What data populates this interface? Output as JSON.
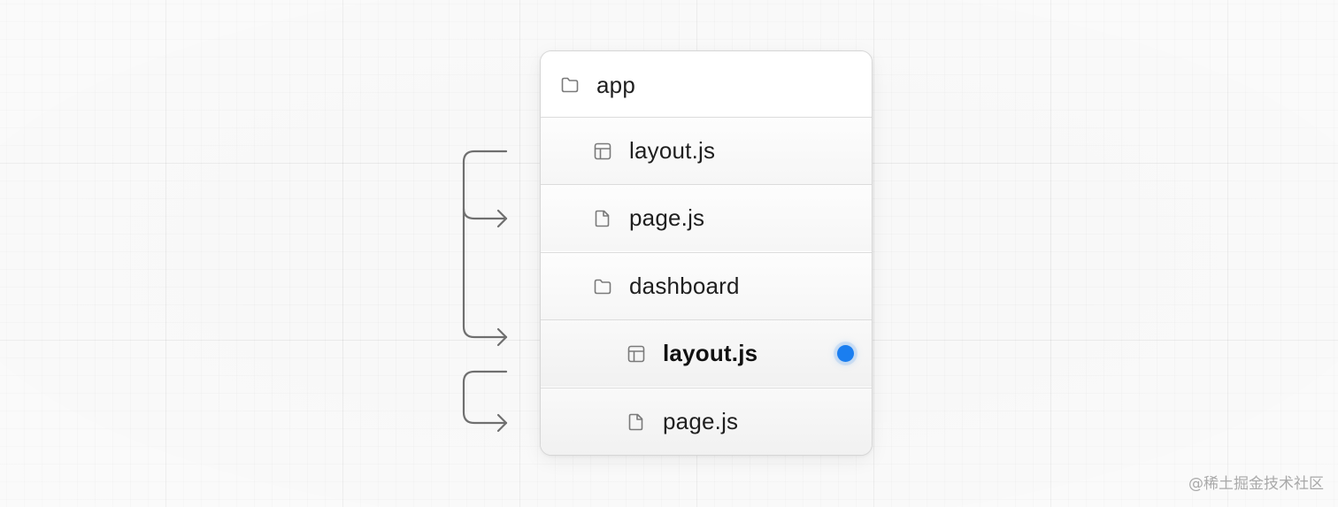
{
  "tree": {
    "rows": [
      {
        "label": "app",
        "icon": "folder-icon",
        "bold": false
      },
      {
        "label": "layout.js",
        "icon": "layout-icon",
        "bold": false
      },
      {
        "label": "page.js",
        "icon": "file-icon",
        "bold": false
      },
      {
        "label": "dashboard",
        "icon": "folder-icon",
        "bold": false
      },
      {
        "label": "layout.js",
        "icon": "layout-icon",
        "bold": true,
        "active": true
      },
      {
        "label": "page.js",
        "icon": "file-icon",
        "bold": false
      }
    ]
  },
  "colors": {
    "active_indicator": "#1a7ef0",
    "connector": "#6f6f6f"
  },
  "watermark": "@稀土掘金技术社区"
}
